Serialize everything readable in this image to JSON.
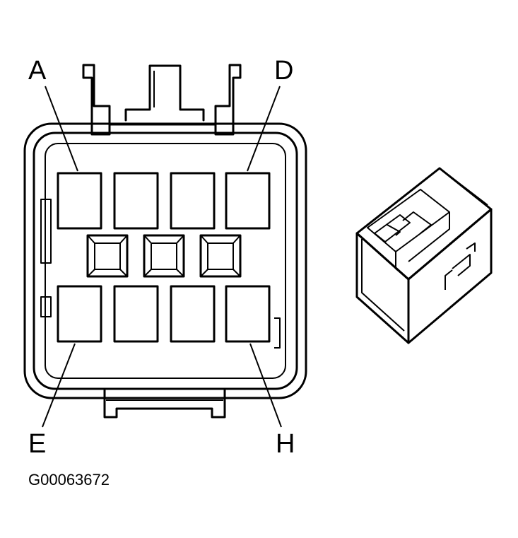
{
  "labels": {
    "pin_a": "A",
    "pin_d": "D",
    "pin_e": "E",
    "pin_h": "H"
  },
  "figure_id": "G00063672",
  "colors": {
    "ink": "#000000",
    "background": "#ffffff"
  }
}
